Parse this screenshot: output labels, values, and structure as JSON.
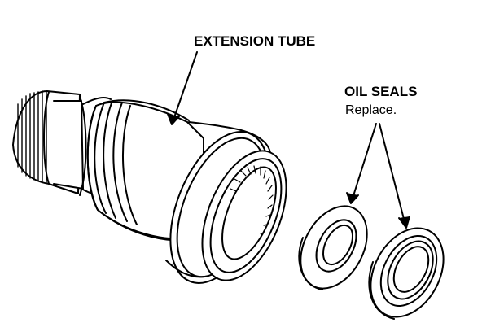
{
  "labels": {
    "extension_tube": "EXTENSION TUBE",
    "oil_seals": "OIL SEALS",
    "replace": "Replace."
  },
  "colors": {
    "ink": "#000000",
    "paper": "#ffffff"
  }
}
